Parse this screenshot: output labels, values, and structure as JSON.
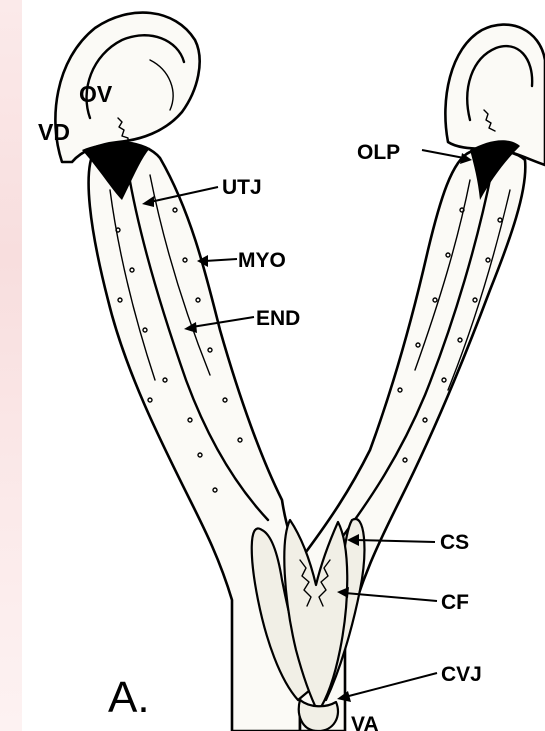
{
  "figure": {
    "panel_label": "A.",
    "labels": {
      "ov": "OV",
      "vd": "VD",
      "utj": "UTJ",
      "myo": "MYO",
      "end": "END",
      "olp": "OLP",
      "cs": "CS",
      "cf": "CF",
      "cvj": "CVJ",
      "va": "VA"
    },
    "colors": {
      "ink": "#000000",
      "paper": "#ffffff",
      "edge_tint": "#f8dede"
    }
  }
}
